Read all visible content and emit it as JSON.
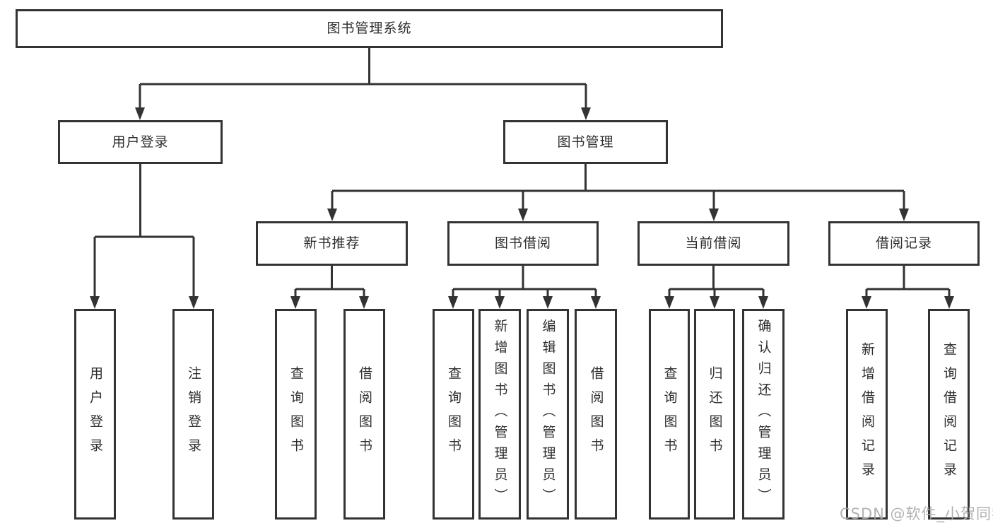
{
  "diagram": {
    "root": {
      "label": "图书管理系统",
      "children": [
        {
          "label": "用户登录",
          "children": [
            {
              "label": "用户登录"
            },
            {
              "label": "注销登录"
            }
          ]
        },
        {
          "label": "图书管理",
          "children": [
            {
              "label": "新书推荐",
              "children": [
                {
                  "label": "查询图书"
                },
                {
                  "label": "借阅图书"
                }
              ]
            },
            {
              "label": "图书借阅",
              "children": [
                {
                  "label": "查询图书"
                },
                {
                  "label": "新增图书（管理员）"
                },
                {
                  "label": "编辑图书（管理员）"
                },
                {
                  "label": "借阅图书"
                }
              ]
            },
            {
              "label": "当前借阅",
              "children": [
                {
                  "label": "查询图书"
                },
                {
                  "label": "归还图书"
                },
                {
                  "label": "确认归还（管理员）"
                }
              ]
            },
            {
              "label": "借阅记录",
              "children": [
                {
                  "label": "新增借阅记录"
                },
                {
                  "label": "查询借阅记录"
                }
              ]
            }
          ]
        }
      ]
    },
    "watermark": "CSDN @软件_小贺同学",
    "colors": {
      "line": "#333333",
      "text": "#2e2e2e",
      "box_background": "#ffffff",
      "watermark": "#a9a9a9",
      "page_background": "#ffffff"
    }
  }
}
